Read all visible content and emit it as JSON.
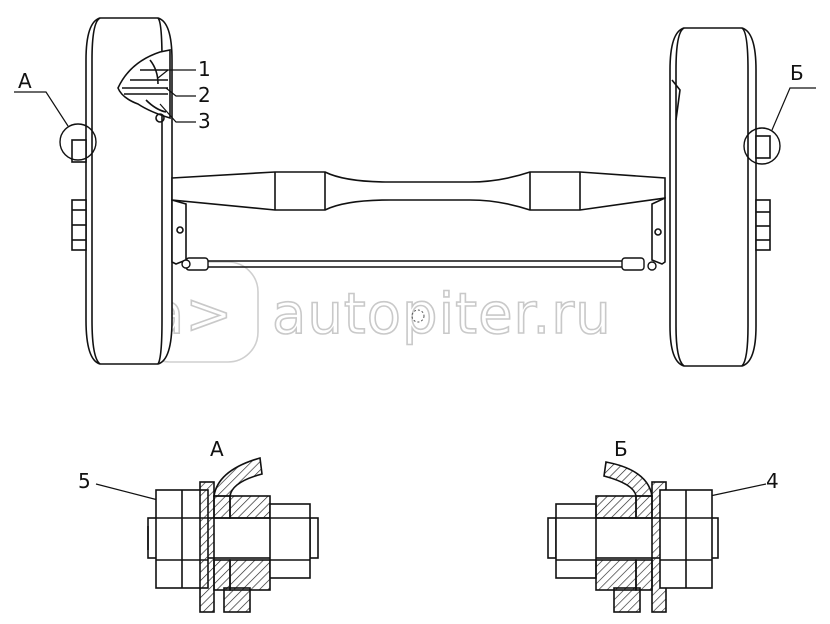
{
  "callouts": {
    "n1": "1",
    "n2": "2",
    "n3": "3",
    "n4": "4",
    "n5": "5"
  },
  "views": {
    "a": "А",
    "b": "Б"
  },
  "watermark": {
    "text": "autopiter.ru",
    "logo_text": "a>"
  }
}
